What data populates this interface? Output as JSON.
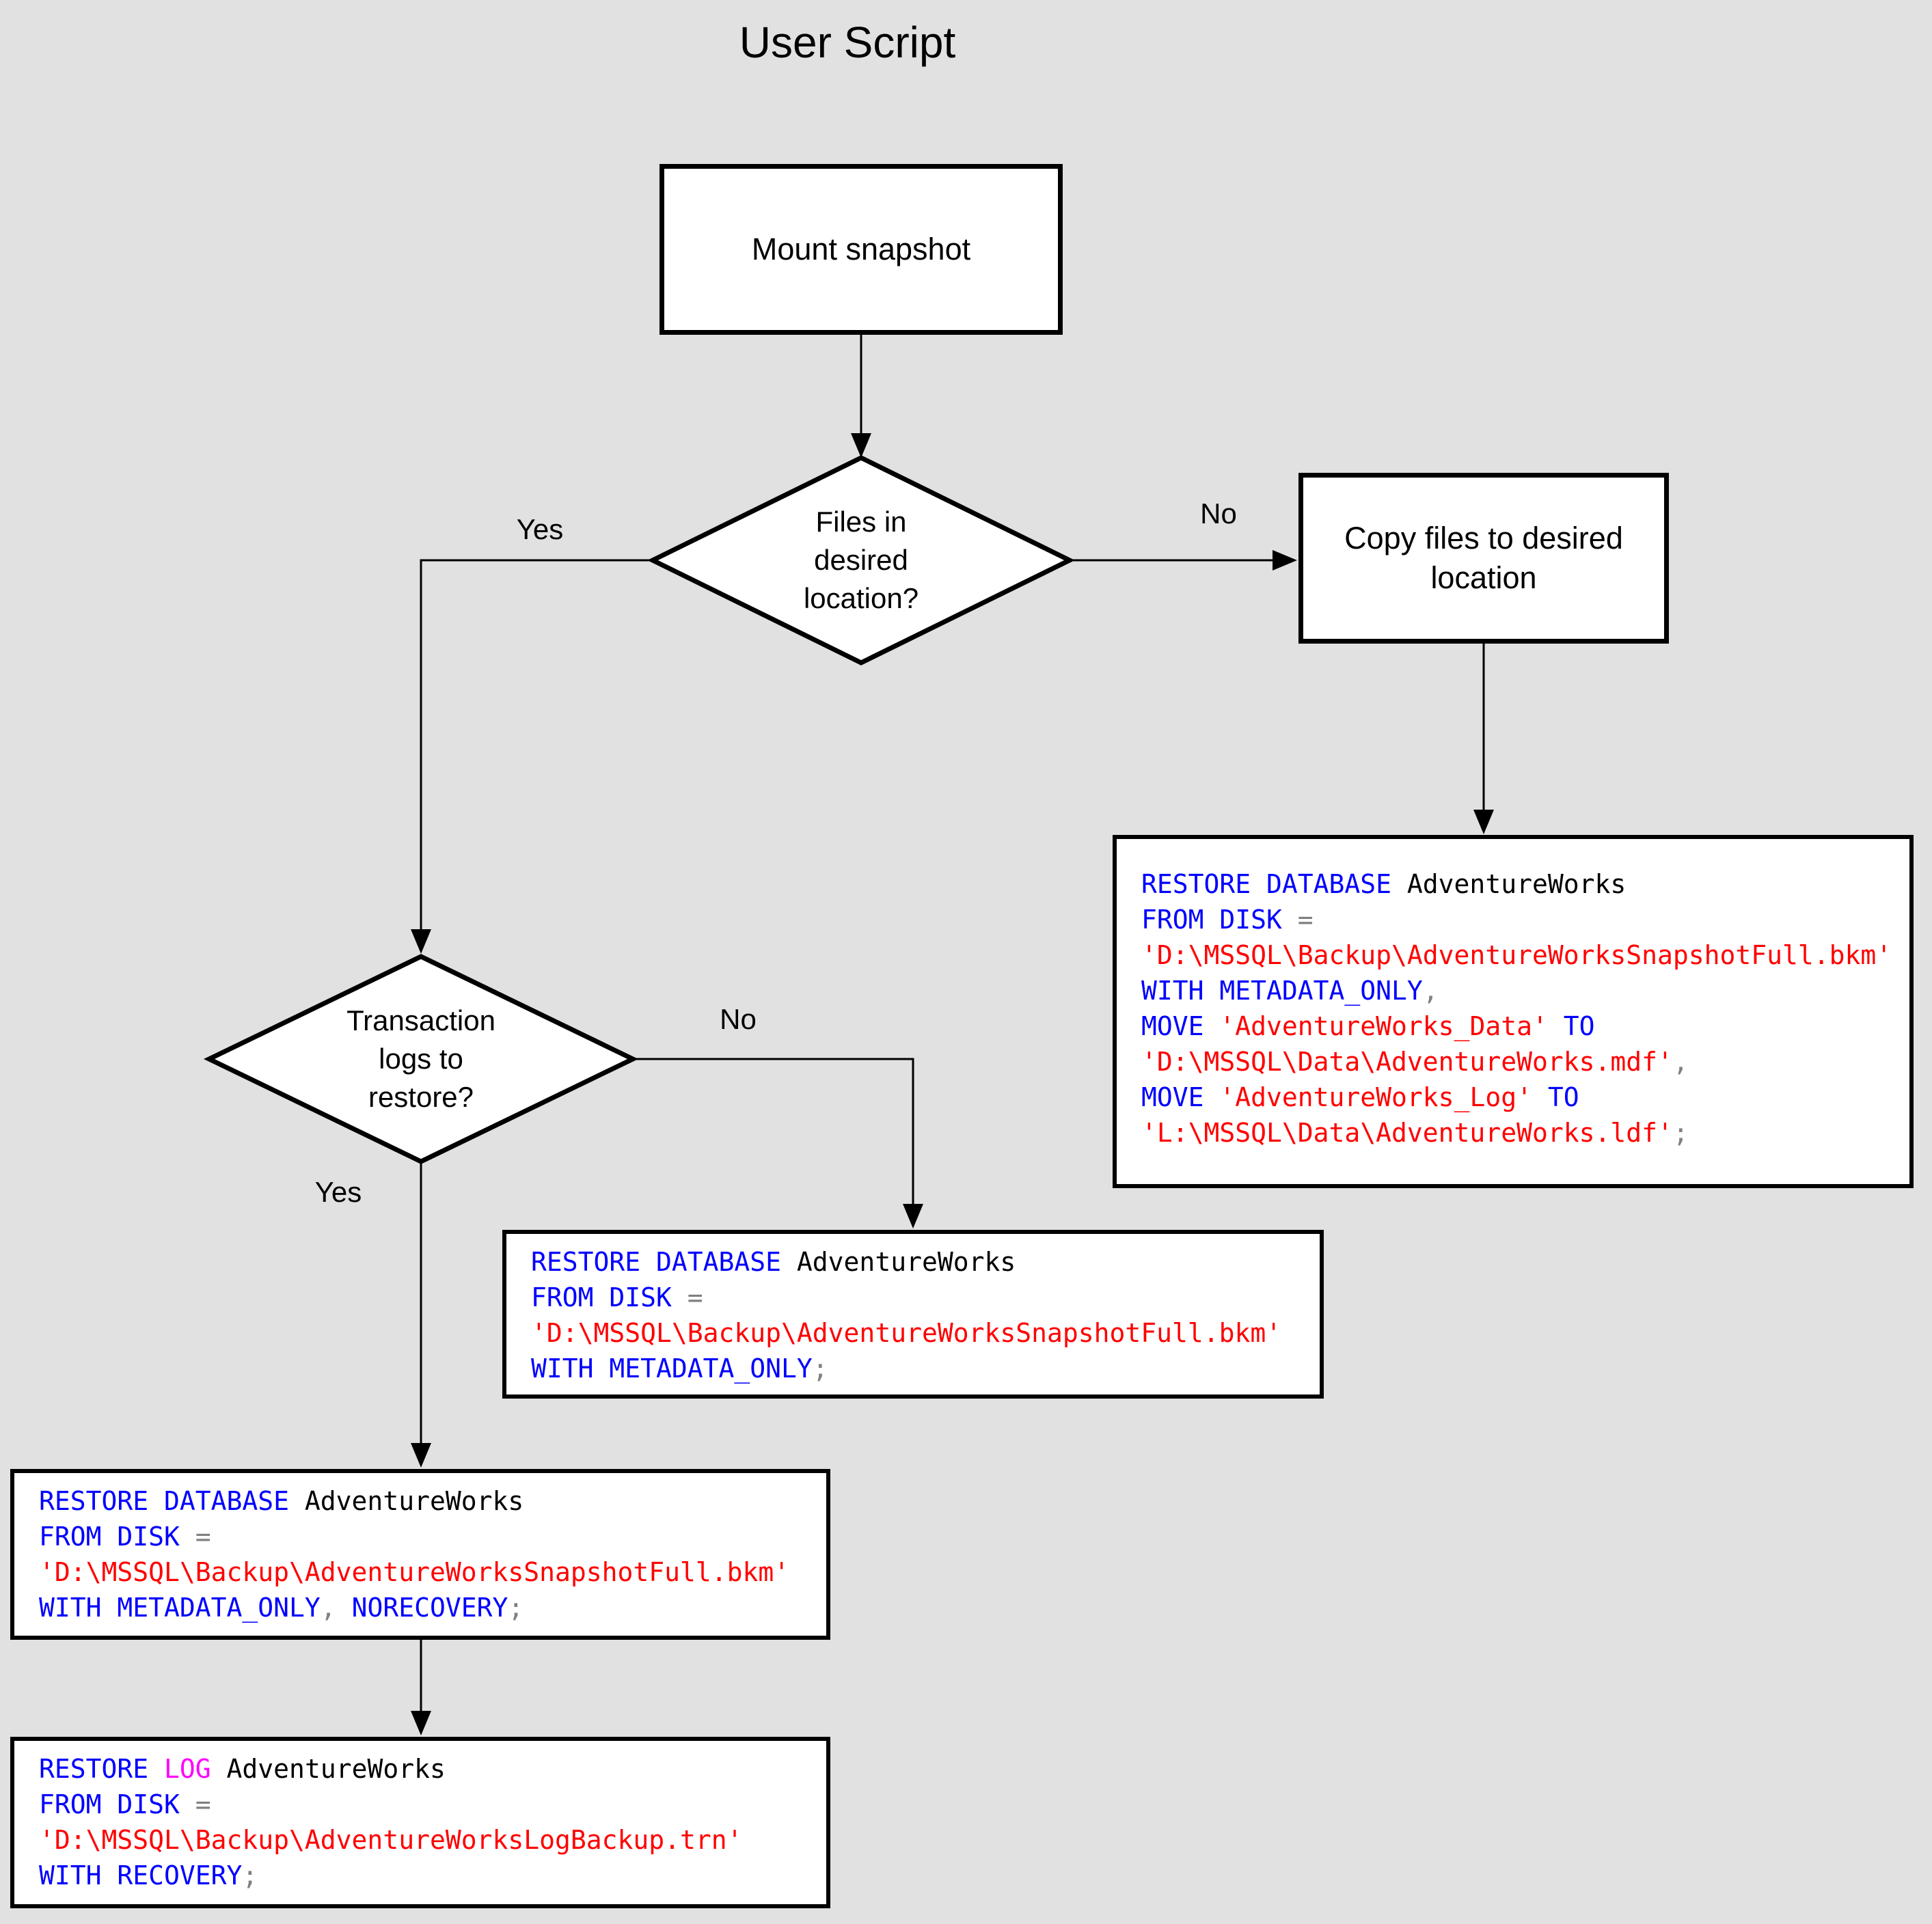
{
  "title": "User Script",
  "colors": {
    "page_bg": "#e1e1e1",
    "shape_fill": "#ffffff",
    "line": "#000000",
    "text": "#000000",
    "keyword": "#0000ff",
    "string": "#ff0000",
    "identifier": "#000000",
    "operator": "#808080",
    "log_keyword": "#ff00ff"
  },
  "nodes": {
    "mount_snapshot": {
      "label": "Mount snapshot"
    },
    "files_decision": {
      "lines": [
        "Files in",
        "desired",
        "location?"
      ]
    },
    "copy_files": {
      "label": "Copy files to desired location"
    },
    "logs_decision": {
      "lines": [
        "Transaction",
        "logs to",
        "restore?"
      ]
    }
  },
  "edge_labels": {
    "files_yes": "Yes",
    "files_no": "No",
    "logs_yes": "Yes",
    "logs_no": "No"
  },
  "code_blocks": {
    "restore_move": {
      "lines": [
        [
          {
            "c": "kw",
            "t": "RESTORE DATABASE"
          },
          {
            "c": "id",
            "t": " AdventureWorks"
          }
        ],
        [
          {
            "c": "kw",
            "t": "FROM DISK"
          },
          {
            "c": "op",
            "t": " ="
          }
        ],
        [
          {
            "c": "str",
            "t": "'D:\\MSSQL\\Backup\\AdventureWorksSnapshotFull.bkm'"
          }
        ],
        [
          {
            "c": "kw",
            "t": "WITH METADATA_ONLY"
          },
          {
            "c": "op",
            "t": ","
          }
        ],
        [
          {
            "c": "kw",
            "t": "MOVE"
          },
          {
            "c": "str",
            "t": " 'AdventureWorks_Data'"
          },
          {
            "c": "kw",
            "t": " TO"
          }
        ],
        [
          {
            "c": "str",
            "t": "'D:\\MSSQL\\Data\\AdventureWorks.mdf'"
          },
          {
            "c": "op",
            "t": ","
          }
        ],
        [
          {
            "c": "kw",
            "t": "MOVE"
          },
          {
            "c": "str",
            "t": " 'AdventureWorks_Log'"
          },
          {
            "c": "kw",
            "t": " TO"
          }
        ],
        [
          {
            "c": "str",
            "t": "'L:\\MSSQL\\Data\\AdventureWorks.ldf'"
          },
          {
            "c": "op",
            "t": ";"
          }
        ]
      ]
    },
    "restore_metadata_only": {
      "lines": [
        [
          {
            "c": "kw",
            "t": "RESTORE DATABASE"
          },
          {
            "c": "id",
            "t": " AdventureWorks"
          }
        ],
        [
          {
            "c": "kw",
            "t": "FROM DISK"
          },
          {
            "c": "op",
            "t": " ="
          }
        ],
        [
          {
            "c": "str",
            "t": "'D:\\MSSQL\\Backup\\AdventureWorksSnapshotFull.bkm'"
          }
        ],
        [
          {
            "c": "kw",
            "t": "WITH METADATA_ONLY"
          },
          {
            "c": "op",
            "t": ";"
          }
        ]
      ]
    },
    "restore_norecovery": {
      "lines": [
        [
          {
            "c": "kw",
            "t": "RESTORE DATABASE"
          },
          {
            "c": "id",
            "t": " AdventureWorks"
          }
        ],
        [
          {
            "c": "kw",
            "t": "FROM DISK"
          },
          {
            "c": "op",
            "t": " ="
          }
        ],
        [
          {
            "c": "str",
            "t": "'D:\\MSSQL\\Backup\\AdventureWorksSnapshotFull.bkm'"
          }
        ],
        [
          {
            "c": "kw",
            "t": "WITH METADATA_ONLY"
          },
          {
            "c": "op",
            "t": ","
          },
          {
            "c": "kw",
            "t": " NORECOVERY"
          },
          {
            "c": "op",
            "t": ";"
          }
        ]
      ]
    },
    "restore_log": {
      "lines": [
        [
          {
            "c": "kw",
            "t": "RESTORE"
          },
          {
            "c": "log",
            "t": " LOG"
          },
          {
            "c": "id",
            "t": " AdventureWorks"
          }
        ],
        [
          {
            "c": "kw",
            "t": "FROM DISK"
          },
          {
            "c": "op",
            "t": " ="
          }
        ],
        [
          {
            "c": "str",
            "t": "'D:\\MSSQL\\Backup\\AdventureWorksLogBackup.trn'"
          }
        ],
        [
          {
            "c": "kw",
            "t": "WITH RECOVERY"
          },
          {
            "c": "op",
            "t": ";"
          }
        ]
      ]
    }
  }
}
